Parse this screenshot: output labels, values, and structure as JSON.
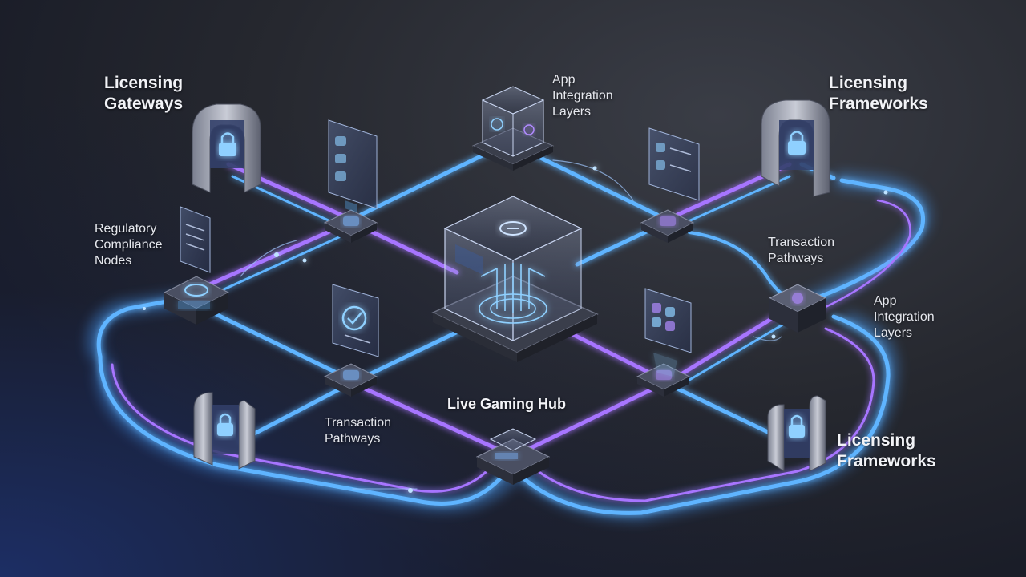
{
  "labels": {
    "licensing_gateways": "Licensing\nGateways",
    "licensing_frameworks_top": "Licensing\nFrameworks",
    "licensing_frameworks_bottom": "Licensing\nFrameworks",
    "app_integration_top": "App\nIntegration\nLayers",
    "app_integration_right": "App\nIntegration\nLayers",
    "regulatory_compliance": "Regulatory\nCompliance\nNodes",
    "transaction_pathways_right": "Transaction\nPathways",
    "transaction_pathways_bottom": "Transaction\nPathways",
    "live_gaming_hub": "Live Gaming Hub"
  },
  "colors": {
    "blue_path": "#5fb4ff",
    "violet_path": "#a774ff",
    "node_top": "#4a4f62",
    "node_side": "#2c2f3b",
    "accent": "#8fd0ff"
  },
  "icons": {
    "gateway": "padlock-icon",
    "hub": "cube-icon",
    "panel": "dashboard-panel-icon",
    "shield": "shield-check-icon"
  }
}
